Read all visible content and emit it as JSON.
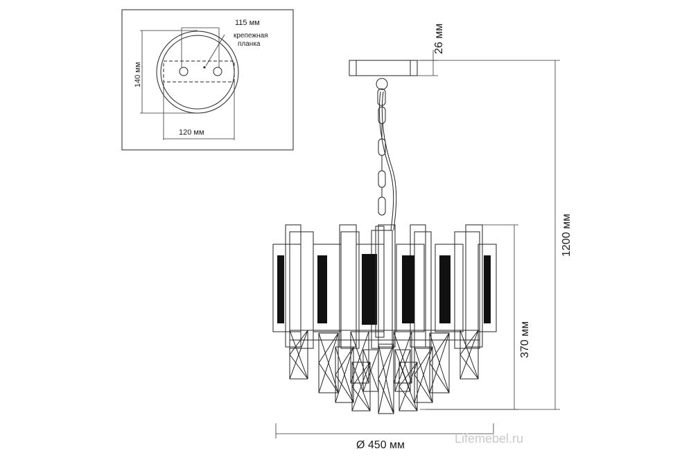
{
  "inset": {
    "dim_115": "115 мм",
    "label_line1": "крепежная",
    "label_line2": "планка",
    "dim_140": "140 мм",
    "dim_120": "120 мм"
  },
  "dims": {
    "canopy_height": "26 мм",
    "total_height": "1200 мм",
    "body_height": "370 мм",
    "diameter": "Ø 450 мм"
  },
  "watermark": "Lifemebel.ru",
  "colors": {
    "line": "#222222",
    "fill_dark": "#111111",
    "watermark": "#c9c9c9"
  }
}
